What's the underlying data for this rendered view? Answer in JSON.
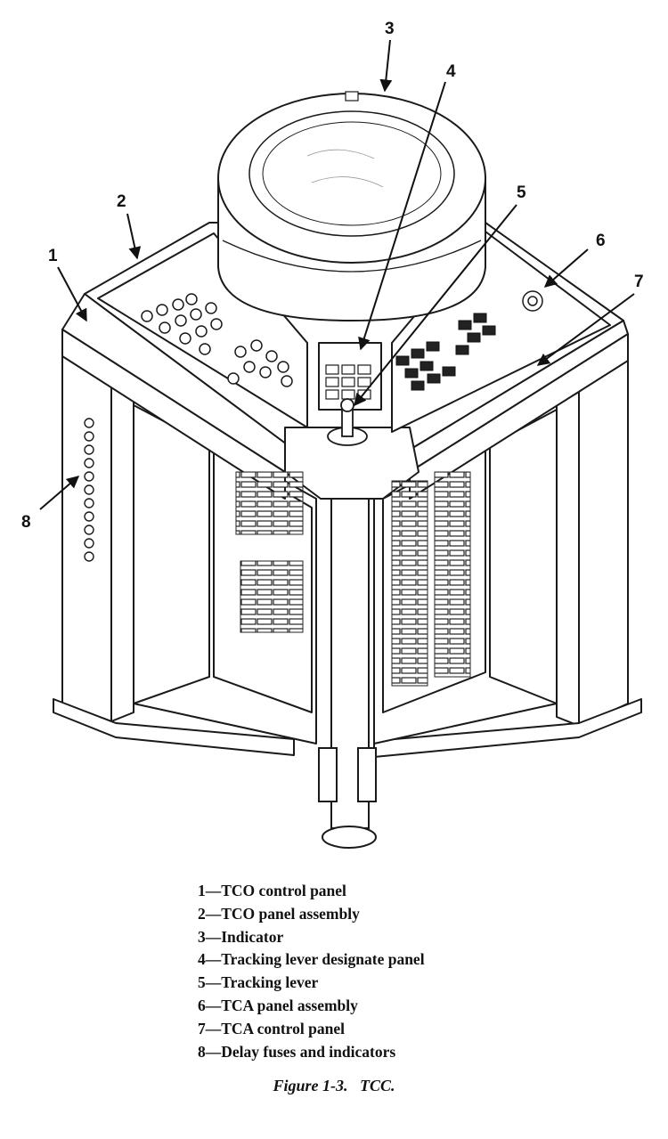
{
  "figure": {
    "callouts": [
      "1",
      "2",
      "3",
      "4",
      "5",
      "6",
      "7",
      "8"
    ]
  },
  "legend": [
    "1—TCO control panel",
    "2—TCO panel assembly",
    "3—Indicator",
    "4—Tracking lever designate panel",
    "5—Tracking lever",
    "6—TCA panel assembly",
    "7—TCA control panel",
    "8—Delay fuses and indicators"
  ],
  "caption": {
    "label": "Figure 1-3.",
    "title": "TCC."
  }
}
